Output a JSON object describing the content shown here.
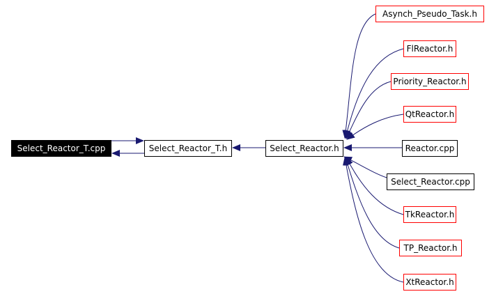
{
  "colors": {
    "edge": "#191970",
    "border_black": "#000000",
    "border_red": "#ff0000",
    "root_fill": "#000000",
    "root_text": "#ffffff"
  },
  "nodes": {
    "select_reactor_t_cpp": "Select_Reactor_T.cpp",
    "select_reactor_t_h": "Select_Reactor_T.h",
    "select_reactor_h": "Select_Reactor.h",
    "asynch_pseudo_task_h": "Asynch_Pseudo_Task.h",
    "flreactor_h": "FlReactor.h",
    "priority_reactor_h": "Priority_Reactor.h",
    "qtreactor_h": "QtReactor.h",
    "reactor_cpp": "Reactor.cpp",
    "select_reactor_cpp": "Select_Reactor.cpp",
    "tkreactor_h": "TkReactor.h",
    "tp_reactor_h": "TP_Reactor.h",
    "xtreactor_h": "XtReactor.h"
  }
}
